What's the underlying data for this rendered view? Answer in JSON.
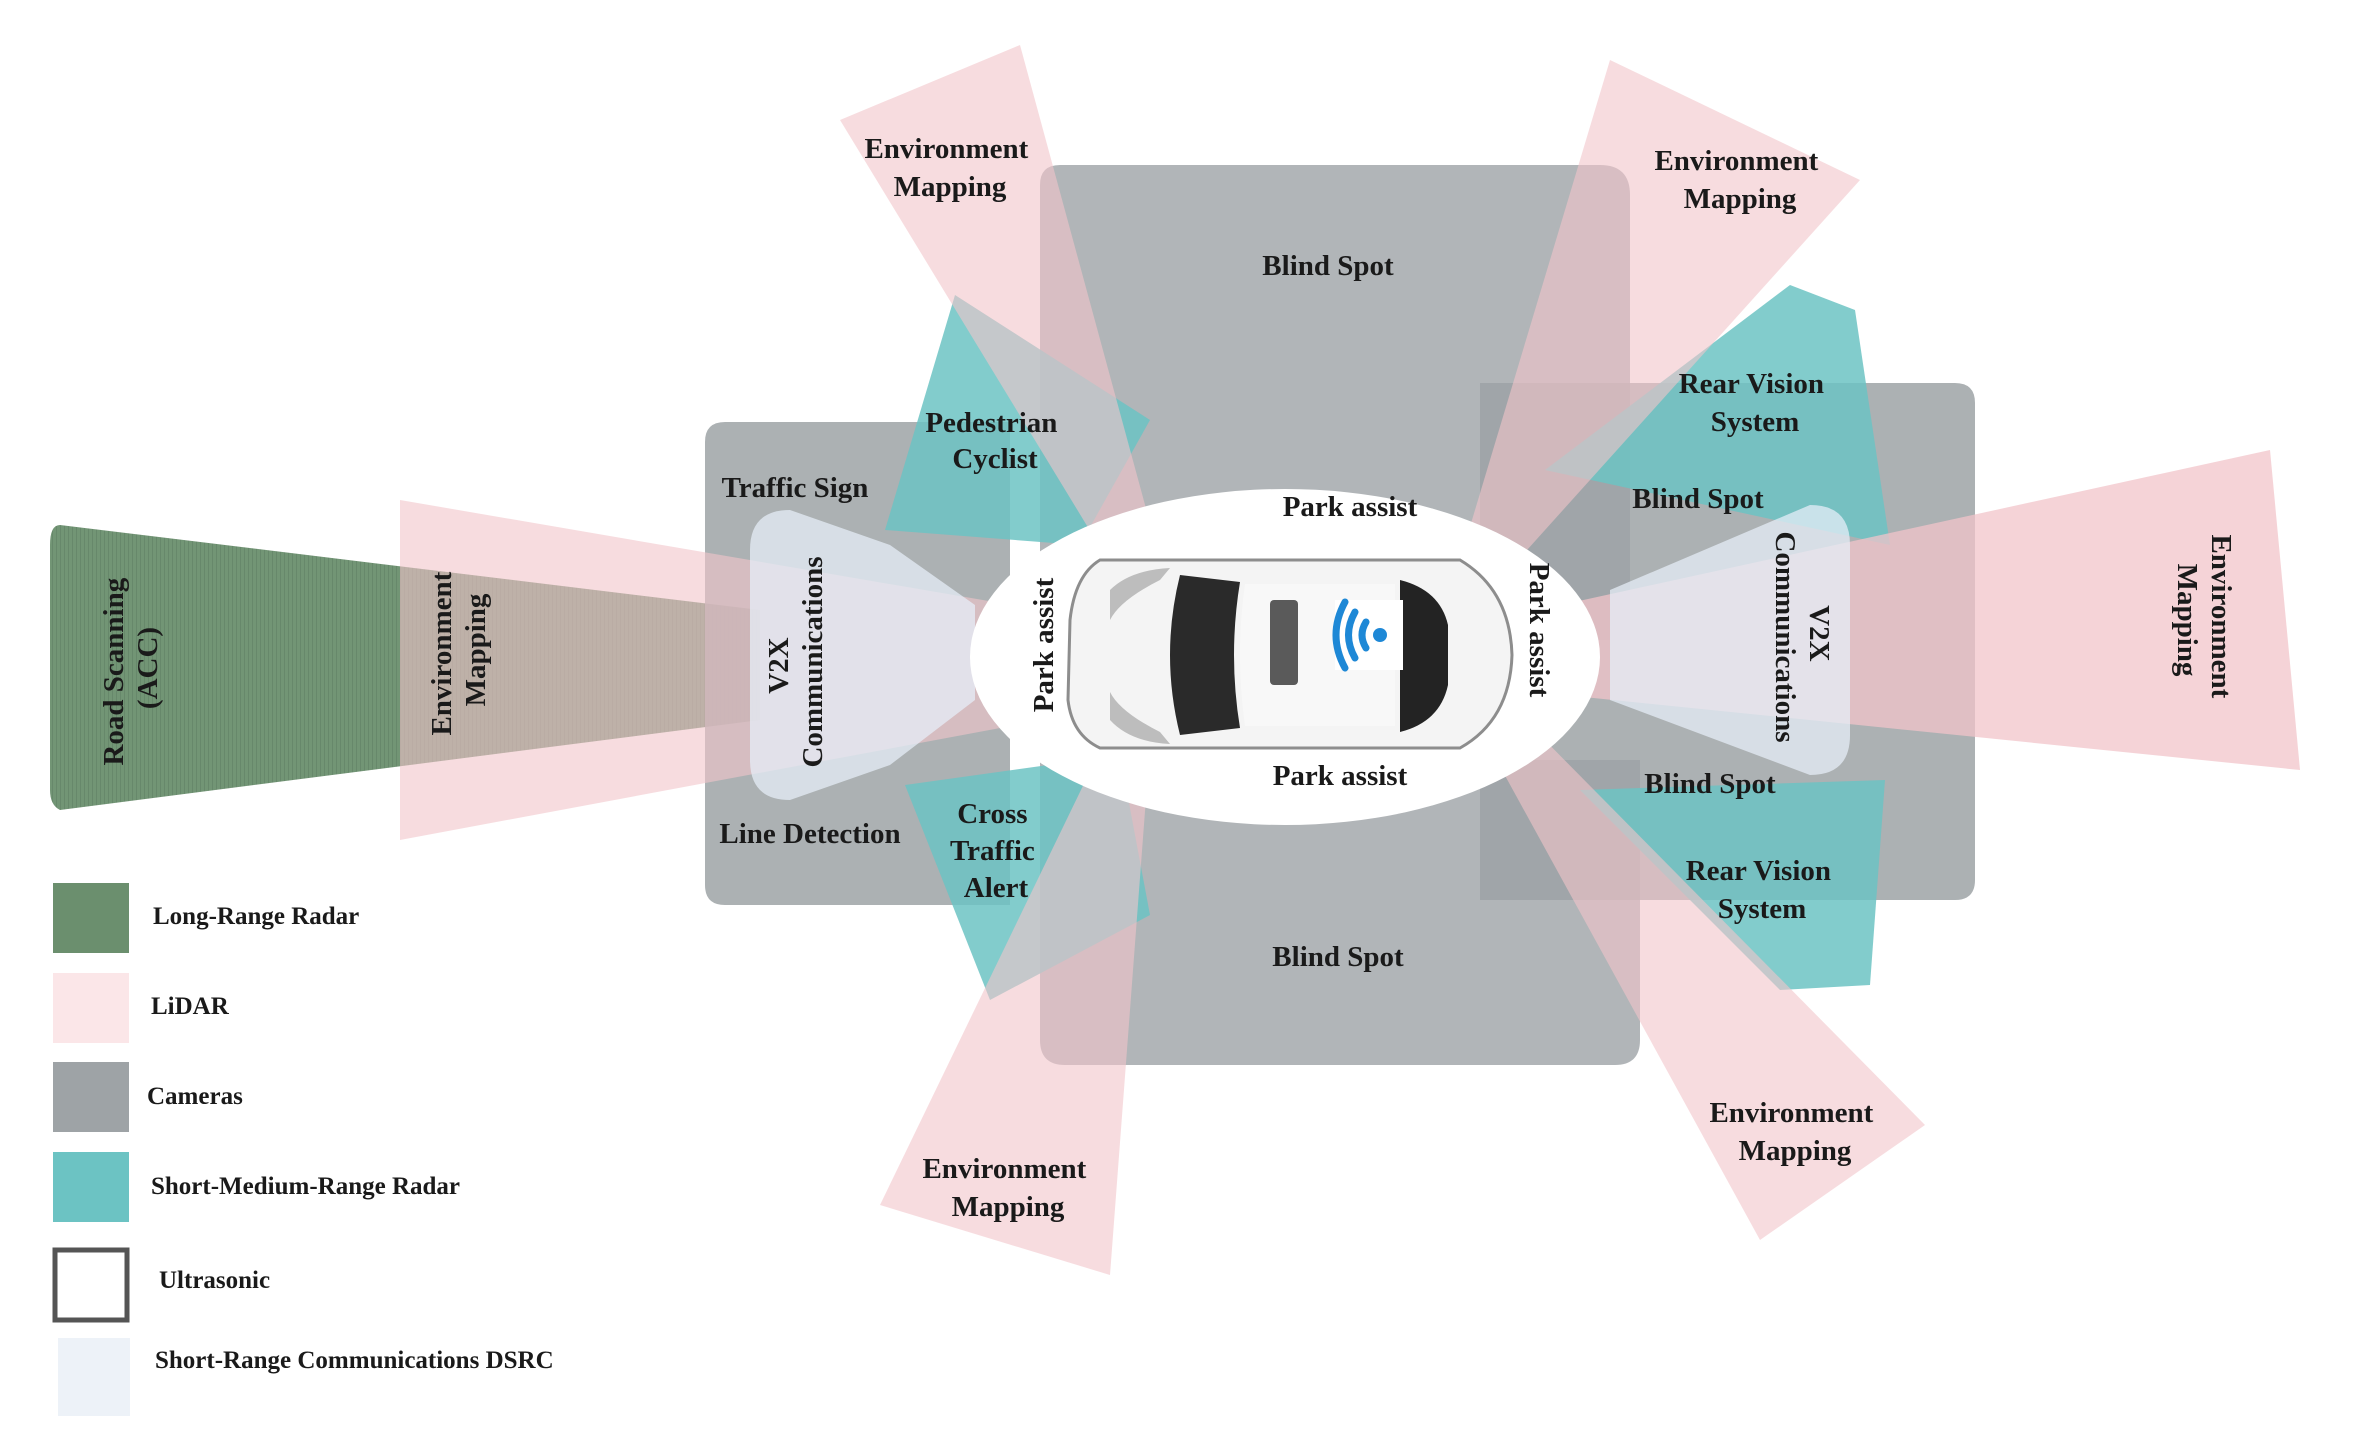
{
  "colors": {
    "long_range_radar": "#6b8f6e",
    "lidar": "#f2c4c9",
    "cameras": "#9ea3a6",
    "short_medium_radar": "#6cc3c3",
    "ultrasonic": "#ffffff",
    "dsrc": "#e6eef7",
    "car_body": "#f4f4f4",
    "wifi": "#1e88d6"
  },
  "zones": {
    "road_scanning": [
      "Road Scanning",
      "(ACC)"
    ],
    "env_front_left": [
      "Environment",
      "Mapping"
    ],
    "v2x_front": [
      "V2X",
      "Communications"
    ],
    "traffic_sign": "Traffic Sign",
    "line_detection": "Line Detection",
    "pedestrian_cyclist": [
      "Pedestrian",
      "Cyclist"
    ],
    "cross_traffic": [
      "Cross",
      "Traffic",
      "Alert"
    ],
    "env_top_left": [
      "Environment",
      "Mapping"
    ],
    "env_top_right": [
      "Environment",
      "Mapping"
    ],
    "env_bottom_left": [
      "Environment",
      "Mapping"
    ],
    "env_bottom_right": [
      "Environment",
      "Mapping"
    ],
    "env_rear": [
      "Environment",
      "Mapping"
    ],
    "blind_spot_top": "Blind Spot",
    "blind_spot_bottom": "Blind Spot",
    "blind_spot_right_top": "Blind Spot",
    "blind_spot_right_bottom": "Blind Spot",
    "rear_vision_top": [
      "Rear Vision",
      "System"
    ],
    "rear_vision_bottom": [
      "Rear Vision",
      "System"
    ],
    "v2x_rear": [
      "V2X",
      "Communications"
    ],
    "park_assist_top": "Park assist",
    "park_assist_bottom": "Park assist",
    "park_assist_left": "Park assist",
    "park_assist_right": "Park assist"
  },
  "legend": [
    {
      "label": "Long-Range Radar",
      "color": "#6b8f6e"
    },
    {
      "label": "LiDAR",
      "color": "#fbe6e8"
    },
    {
      "label": "Cameras",
      "color": "#9ea3a6"
    },
    {
      "label": "Short-Medium-Range Radar",
      "color": "#6cc3c3"
    },
    {
      "label": "Ultrasonic",
      "color": "#ffffff"
    },
    {
      "label": "Short-Range Communications DSRC",
      "color": "#edf2f8"
    }
  ]
}
